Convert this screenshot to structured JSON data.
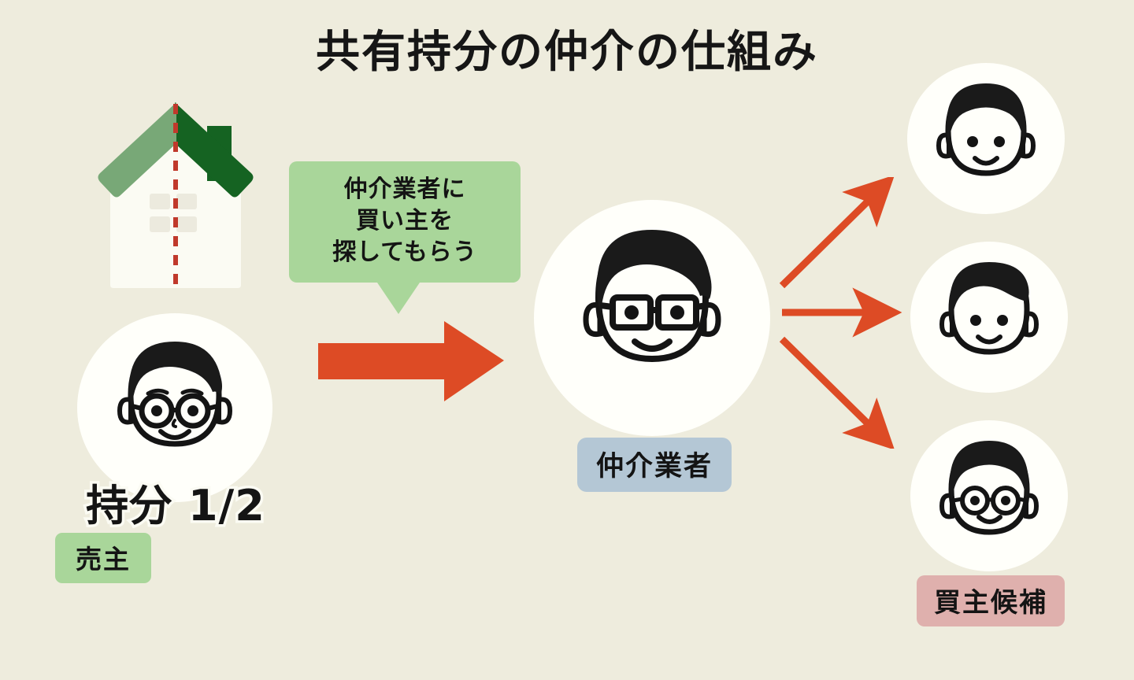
{
  "page": {
    "title": "共有持分の仲介の仕組み",
    "background_color": "#eeecdd"
  },
  "colors": {
    "background": "#eeecdd",
    "arrow_orange": "#dd4b25",
    "roof_dark_green": "#156322",
    "roof_light_green": "#78a877",
    "house_body": "#fbfbf3",
    "divider_red": "#c0392b",
    "badge_green": "#a9d69a",
    "badge_blue": "#b4c7d5",
    "badge_pink": "#dfb0ad",
    "avatar_white": "#fffffa",
    "ink_black": "#141414"
  },
  "house": {
    "name": "shared-property-house",
    "divider_style": "dashed-vertical-red",
    "left_roof_color": "#78a877",
    "right_roof_color": "#156322"
  },
  "speech_bubble": {
    "lines": [
      "仲介業者に",
      "買い主を",
      "探してもらう"
    ],
    "background_color": "#a9d69a",
    "tail_direction": "down"
  },
  "seller": {
    "share_text": "持分 1/2",
    "badge_label": "売主",
    "badge_color": "#a9d69a",
    "avatar": "man-with-round-glasses-icon"
  },
  "agent": {
    "badge_label": "仲介業者",
    "badge_color": "#b4c7d5",
    "avatar": "man-with-square-glasses-icon"
  },
  "buyers": {
    "badge_label": "買主候補",
    "badge_color": "#dfb0ad",
    "candidates": [
      {
        "avatar": "person-bowl-hair-icon",
        "glasses": false
      },
      {
        "avatar": "person-side-part-hair-icon",
        "glasses": false
      },
      {
        "avatar": "person-round-glasses-icon",
        "glasses": true
      }
    ]
  },
  "arrows": {
    "main": {
      "name": "seller-to-agent-arrow",
      "direction": "right",
      "color": "#dd4b25"
    },
    "fanout": [
      {
        "name": "agent-to-buyer-1-arrow",
        "direction": "up-right",
        "color": "#dd4b25"
      },
      {
        "name": "agent-to-buyer-2-arrow",
        "direction": "right",
        "color": "#dd4b25"
      },
      {
        "name": "agent-to-buyer-3-arrow",
        "direction": "down-right",
        "color": "#dd4b25"
      }
    ]
  }
}
